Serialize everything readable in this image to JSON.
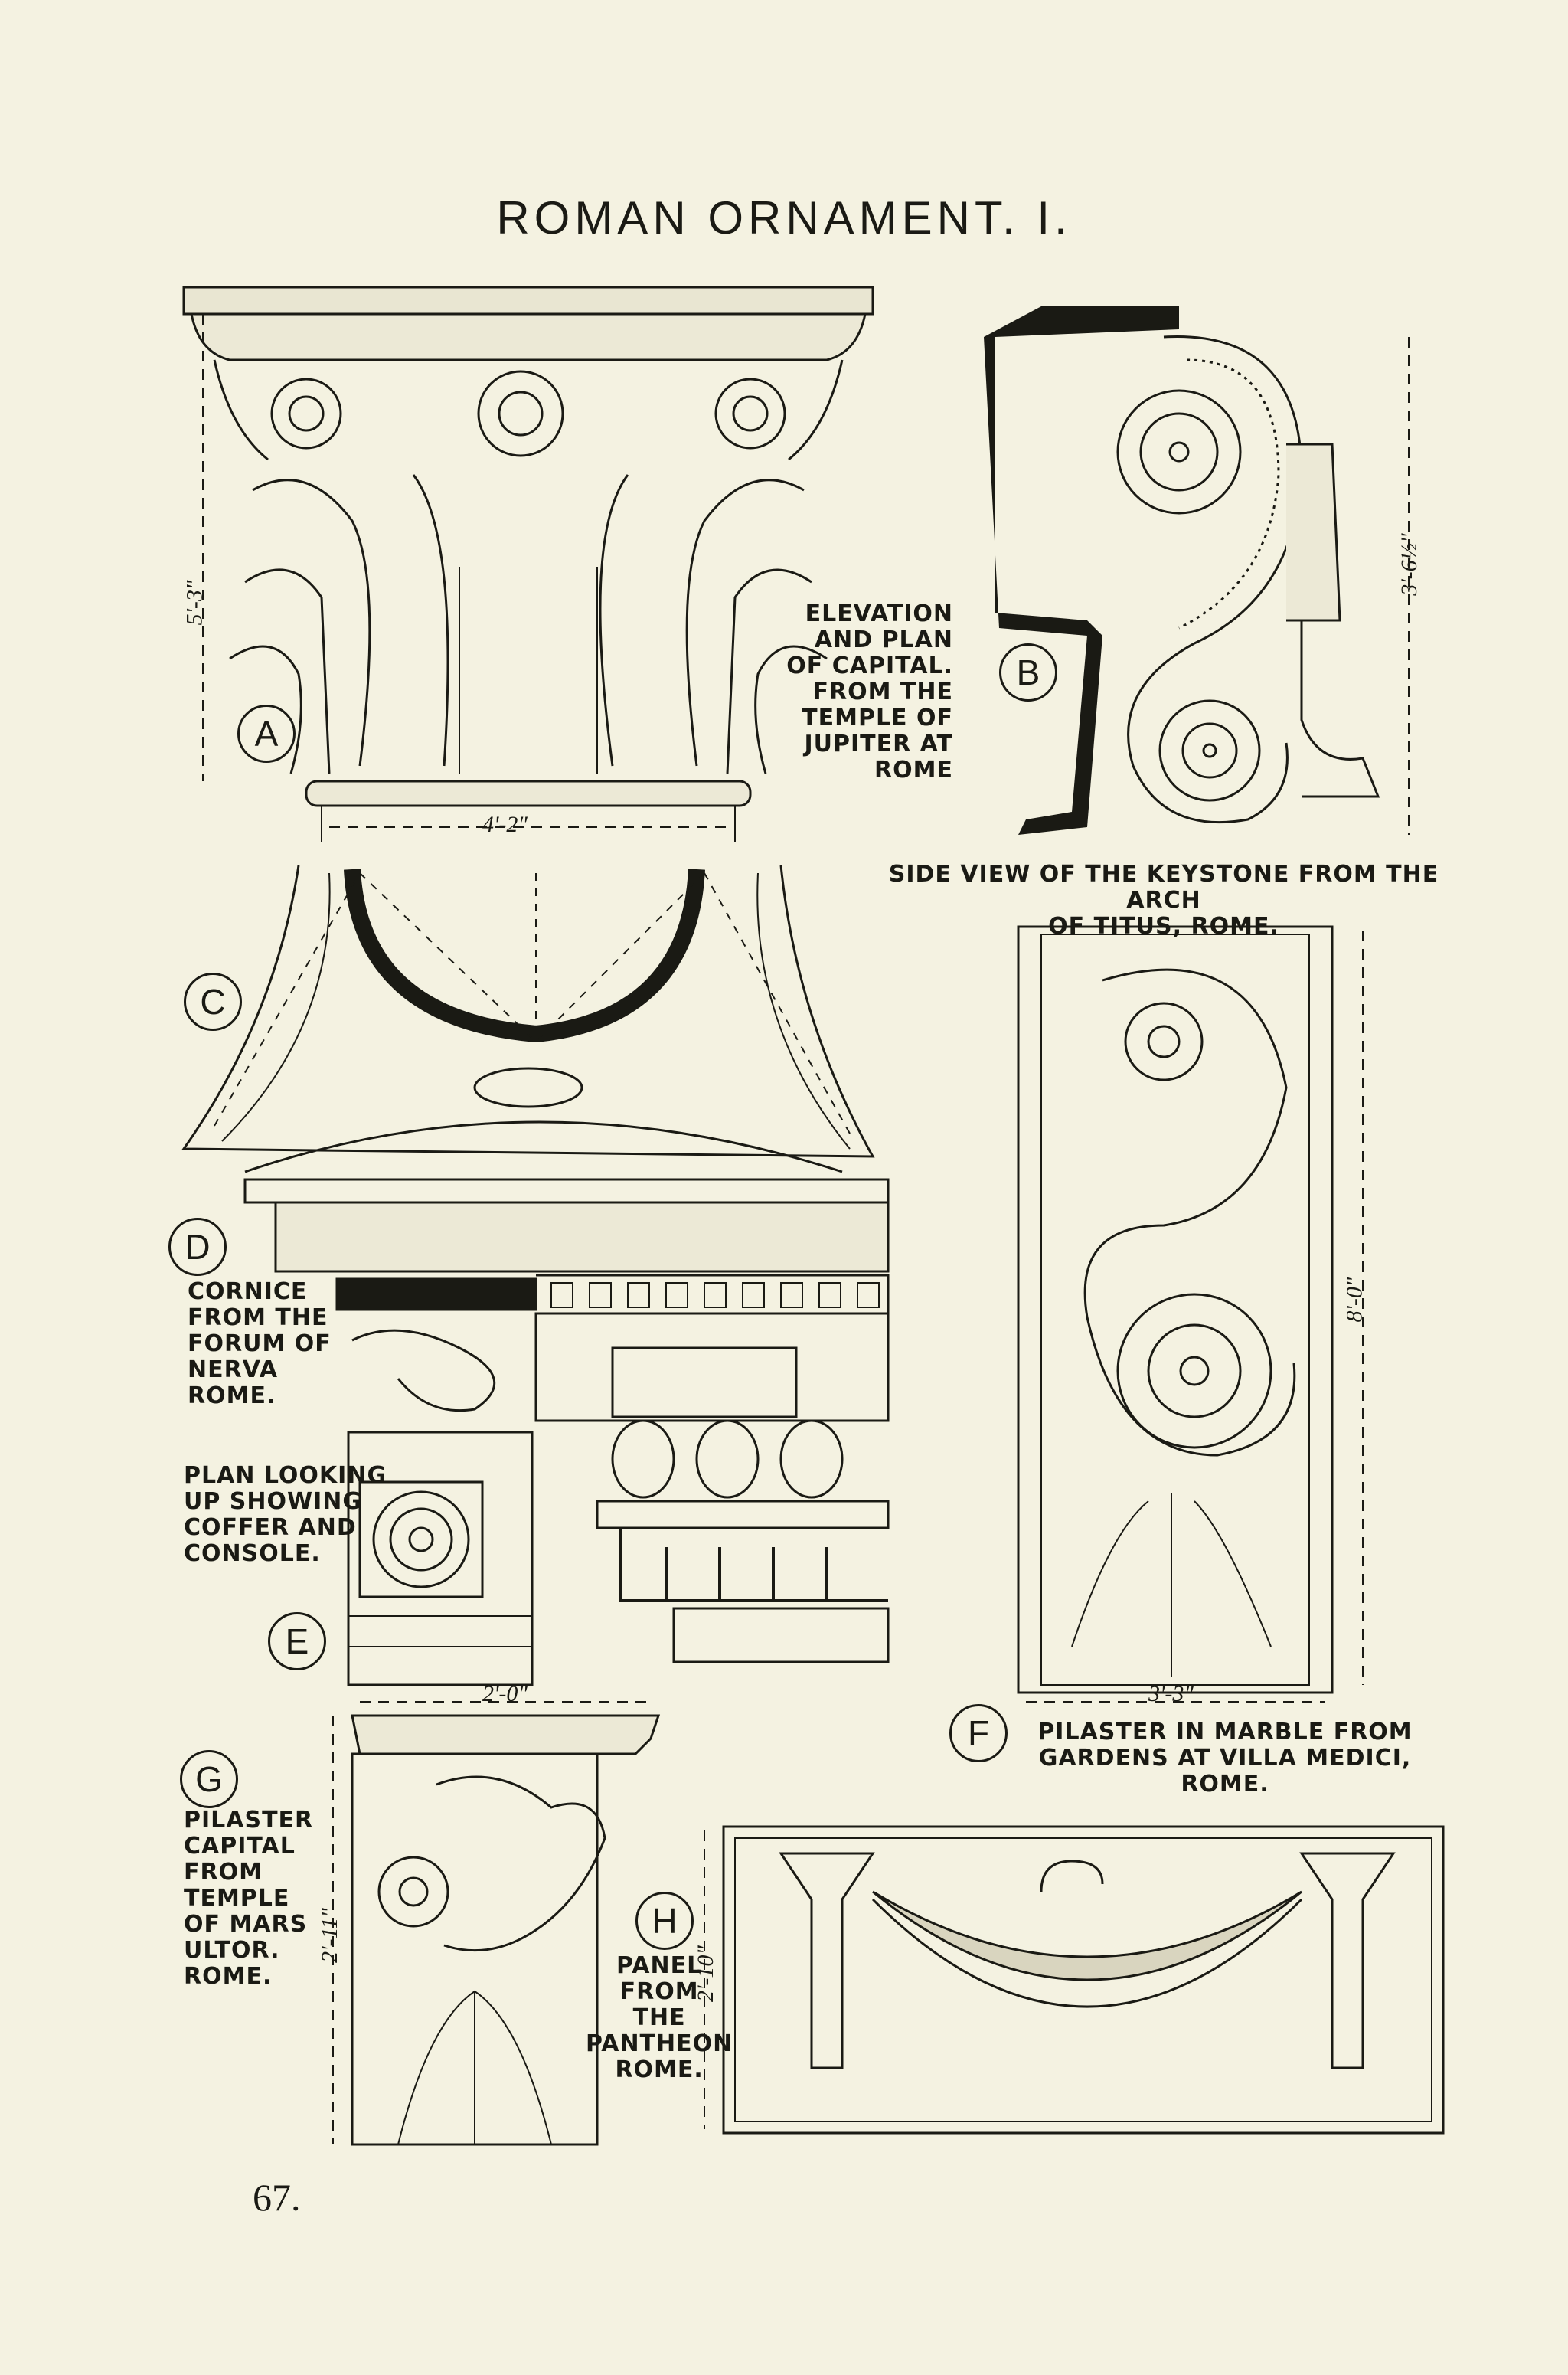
{
  "title": "ROMAN ORNAMENT. I.",
  "page_number": "67.",
  "figures": {
    "A": {
      "letter": "A",
      "height_dim": "5'-3\"",
      "width_dim": "4'-2\""
    },
    "B": {
      "letter": "B",
      "height_dim": "3'-6½\""
    },
    "C": {
      "letter": "C"
    },
    "D": {
      "letter": "D"
    },
    "E": {
      "letter": "E"
    },
    "F": {
      "letter": "F",
      "height_dim": "8'-0\"",
      "width_dim": "3'-3\""
    },
    "G": {
      "letter": "G",
      "height_dim": "2'-11\"",
      "width_dim": "2'-0\""
    },
    "H": {
      "letter": "H",
      "height_dim": "2'-10\""
    }
  },
  "captions": {
    "elevation": "ELEVATION\nAND PLAN\nOF CAPITAL.\nFROM THE\nTEMPLE OF\nJUPITER AT\nROME",
    "keystone": "SIDE VIEW OF THE KEYSTONE FROM THE ARCH\nOF TITUS, ROME.",
    "cornice": "CORNICE\nFROM THE\nFORUM OF\nNERVA\nROME.",
    "plan": "PLAN LOOKING\nUP SHOWING\nCOFFER AND\nCONSOLE.",
    "pilaster_marble": "PILASTER IN MARBLE FROM\nGARDENS AT VILLA MEDICI,\nROME.",
    "pilaster_capital": "PILASTER\nCAPITAL\nFROM\nTEMPLE\nOF MARS\nULTOR.\nROME.",
    "panel": "PANEL\nFROM\nTHE\nPANTHEON\nROME."
  }
}
